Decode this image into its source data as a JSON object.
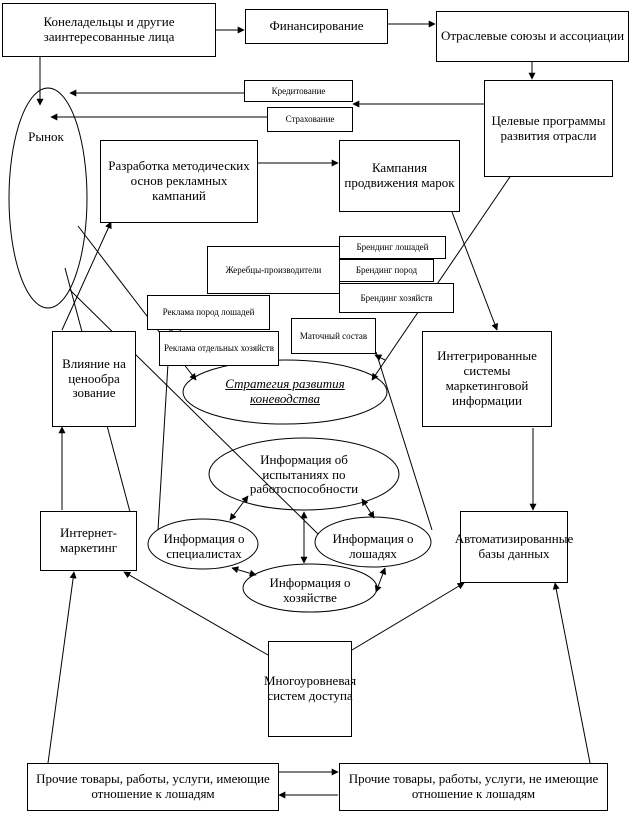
{
  "nodes": {
    "owners": "Конеладельцы и другие заинтересованные лица",
    "financing": "Финансирование",
    "unions": "Отраслевые союзы и ассоциации",
    "target_programs": "Целевые программы развития отрасли",
    "crediting": "Кредитование",
    "insurance": "Страхование",
    "market": "Рынок",
    "methodology": "Разработка методических основ рекламных кампаний",
    "brand_campaigns": "Кампания продвижения марок",
    "stallions": "Жеребцы-производители",
    "branding_horses": "Брендинг лошадей",
    "branding_breeds": "Брендинг пород",
    "branding_farms": "Брендинг хозяйств",
    "ads_breeds": "Реклама пород лошадей",
    "ads_farms": "Реклама отдельных хозяйств",
    "mare_stock": "Маточный состав",
    "price_influence": "Влияние на ценообра зование",
    "integrated_systems": "Интегрированные системы маркетинговой информации",
    "strategy": "Стратегия развития коневодства",
    "info_tests": "Информация об испытаниях по работоспособности",
    "internet_marketing": "Интернет-маркетинг",
    "info_specialists": "Информация о специалистах",
    "info_horses": "Информация о лошадях",
    "automated_db": "Автоматизированные базы данных",
    "info_farm": "Информация о хозяйстве",
    "access_system": "Многоуровневая систем доступа",
    "other_goods_related": "Прочие товары, работы, услуги, имеющие отношение к лошадям",
    "other_goods_unrelated": "Прочие товары, работы, услуги, не имеющие отношение к лошадям"
  }
}
